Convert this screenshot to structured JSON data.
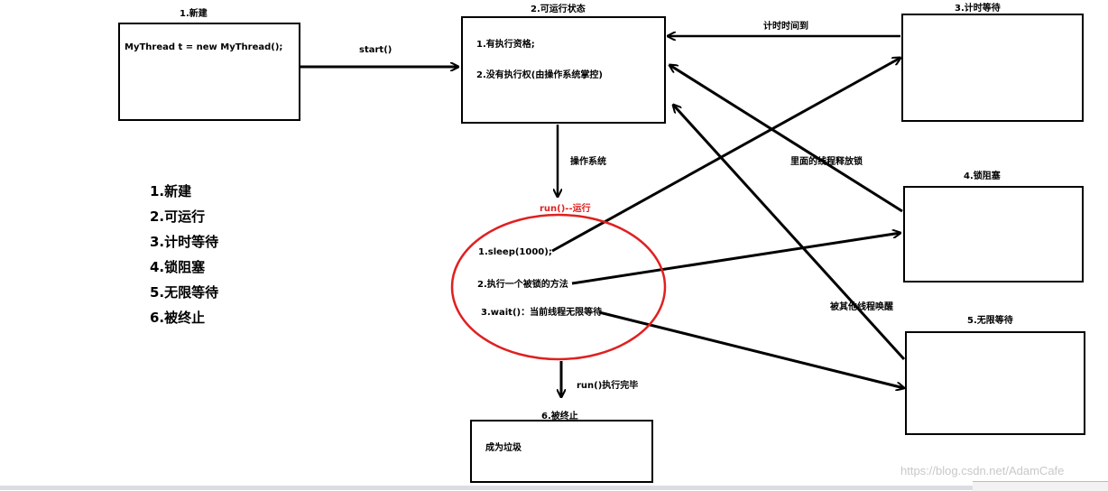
{
  "states": {
    "new": {
      "title": "1.新建",
      "content": "MyThread t = new MyThread();"
    },
    "runnable": {
      "title": "2.可运行状态",
      "line1": "1.有执行资格;",
      "line2": "2.没有执行权(由操作系统掌控)"
    },
    "timed_waiting": {
      "title": "3.计时等待"
    },
    "blocked": {
      "title": "4.锁阻塞"
    },
    "waiting": {
      "title": "5.无限等待"
    },
    "terminated": {
      "title": "6.被终止",
      "content": "成为垃圾"
    }
  },
  "running": {
    "label": "run()--运行",
    "item1": "1.sleep(1000);",
    "item2": "2.执行一个被锁的方法",
    "item3": "3.wait()：当前线程无限等待"
  },
  "transitions": {
    "start": "start()",
    "os": "操作系统",
    "timeout": "计时时间到",
    "release_lock": "里面的线程释放锁",
    "notified": "被其他线程唤醒",
    "run_done": "run()执行完毕"
  },
  "legend": [
    "1.新建",
    "2.可运行",
    "3.计时等待",
    "4.锁阻塞",
    "5.无限等待",
    "6.被终止"
  ],
  "watermark": "https://blog.csdn.net/AdamCafe",
  "colors": {
    "ellipse": "#e02020",
    "arrow": "#000000"
  }
}
